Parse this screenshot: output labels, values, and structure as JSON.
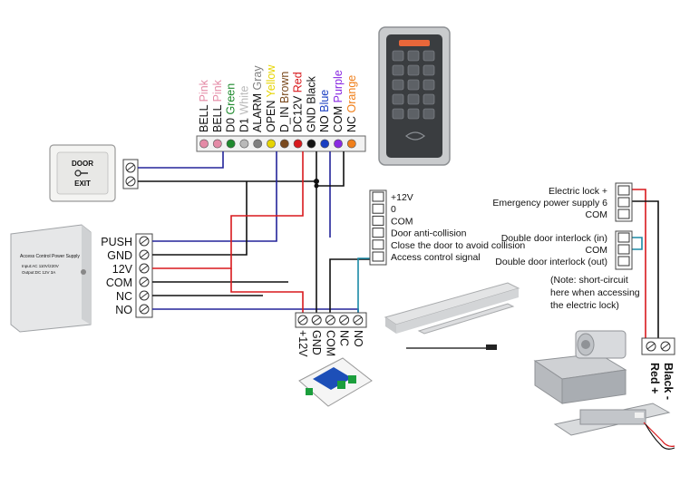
{
  "terminal_labels": [
    {
      "name": "BELL",
      "color_name": "Pink",
      "color": "#e48aa6"
    },
    {
      "name": "BELL",
      "color_name": "Pink",
      "color": "#e48aa6"
    },
    {
      "name": "D0",
      "color_name": "Green",
      "color": "#1f8a2e"
    },
    {
      "name": "D1",
      "color_name": "White",
      "color": "#b9b9b9"
    },
    {
      "name": "ALARM",
      "color_name": "Gray",
      "color": "#808080"
    },
    {
      "name": "OPEN",
      "color_name": "Yellow",
      "color": "#e6d400"
    },
    {
      "name": "D_IN",
      "color_name": "Brown",
      "color": "#7a4a1e"
    },
    {
      "name": "DC12V",
      "color_name": "Red",
      "color": "#d8191d"
    },
    {
      "name": "GND",
      "color_name": "Black",
      "color": "#111111"
    },
    {
      "name": "NO",
      "color_name": "Blue",
      "color": "#1a3fc2"
    },
    {
      "name": "COM",
      "color_name": "Purple",
      "color": "#8a2be2"
    },
    {
      "name": "NC",
      "color_name": "Orange",
      "color": "#f07f1a"
    }
  ],
  "exit_button": {
    "line1": "DOOR",
    "line2": "EXIT"
  },
  "power_supply": {
    "title": "Access Control Power Supply",
    "spec1": "Input:AC 110V/220V",
    "spec2": "Output:DC 12V 3A",
    "terminals": [
      "PUSH",
      "GND",
      "12V",
      "COM",
      "NC",
      "NO"
    ]
  },
  "relay_terminals": [
    "+12V",
    "GND",
    "COM",
    "NC",
    "NO"
  ],
  "lock_terminals": [
    "+12V",
    "0",
    "COM",
    "Door anti-collision",
    "Close the door to avoid collision",
    "Access control signal"
  ],
  "interlock_terminals": {
    "group1": [
      "Electric lock +",
      "Emergency power supply 6",
      "COM"
    ],
    "group2": [
      "Double door interlock (in)",
      "COM",
      "Double door interlock (out)"
    ]
  },
  "note": [
    "(Note: short-circuit",
    "here when accessing",
    "the electric lock)"
  ],
  "strike_wires": {
    "black": "Black -",
    "red": "Red +"
  },
  "colors": {
    "wire_blue": "#23249a",
    "wire_red": "#d8191d",
    "wire_black": "#111111",
    "wire_teal": "#1b8aa6",
    "keypad_glow": "#e8673a"
  },
  "icons": [
    "keypad-icon",
    "exit-button-icon",
    "power-supply-icon",
    "relay-module-icon",
    "magnetic-lock-icon",
    "electric-bolt-lock-icon",
    "electric-strike-icon"
  ]
}
